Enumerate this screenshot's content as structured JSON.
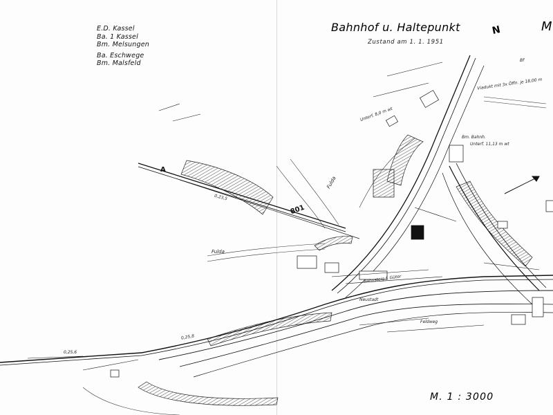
{
  "map": {
    "title": "Bahnhof u. Haltepunkt",
    "title_cut": "M",
    "subtitle": "Zustand am 1. 1. 1951",
    "scale": "M. 1 : 3000",
    "north_label": "N",
    "legend": {
      "line1": "E.D. Kassel",
      "line2": "Ba. 1 Kassel",
      "line3": "Bm. Melsungen",
      "line4": "Ba. Eschwege",
      "line5": "Bm. Malsfeld"
    },
    "labels": {
      "fulda_west": "Fulda",
      "fulda_north": "Fulda",
      "neustadt": "Neustadt",
      "bahnsteig": "Bahnsteig f. Güter",
      "viadukt": "Viadukt mit 3x Öffn. je 18,00 m",
      "unterf_1": "Unterf. 8,0 m wt",
      "unterf_2": "Unterf. 11,13 m wt",
      "bm_bahnh": "Bm. Bahnh.",
      "stellwerk": "Bf",
      "gleis_801": "801",
      "sign_a": "A",
      "track_km_1": "0,25,6",
      "track_km_2": "0,25,8",
      "track_km_3": "0,23,5",
      "feldweg": "Feldweg"
    },
    "colors": {
      "ink": "#111111",
      "paper": "#fdfdfd",
      "fold": "#d8d8d8"
    }
  }
}
